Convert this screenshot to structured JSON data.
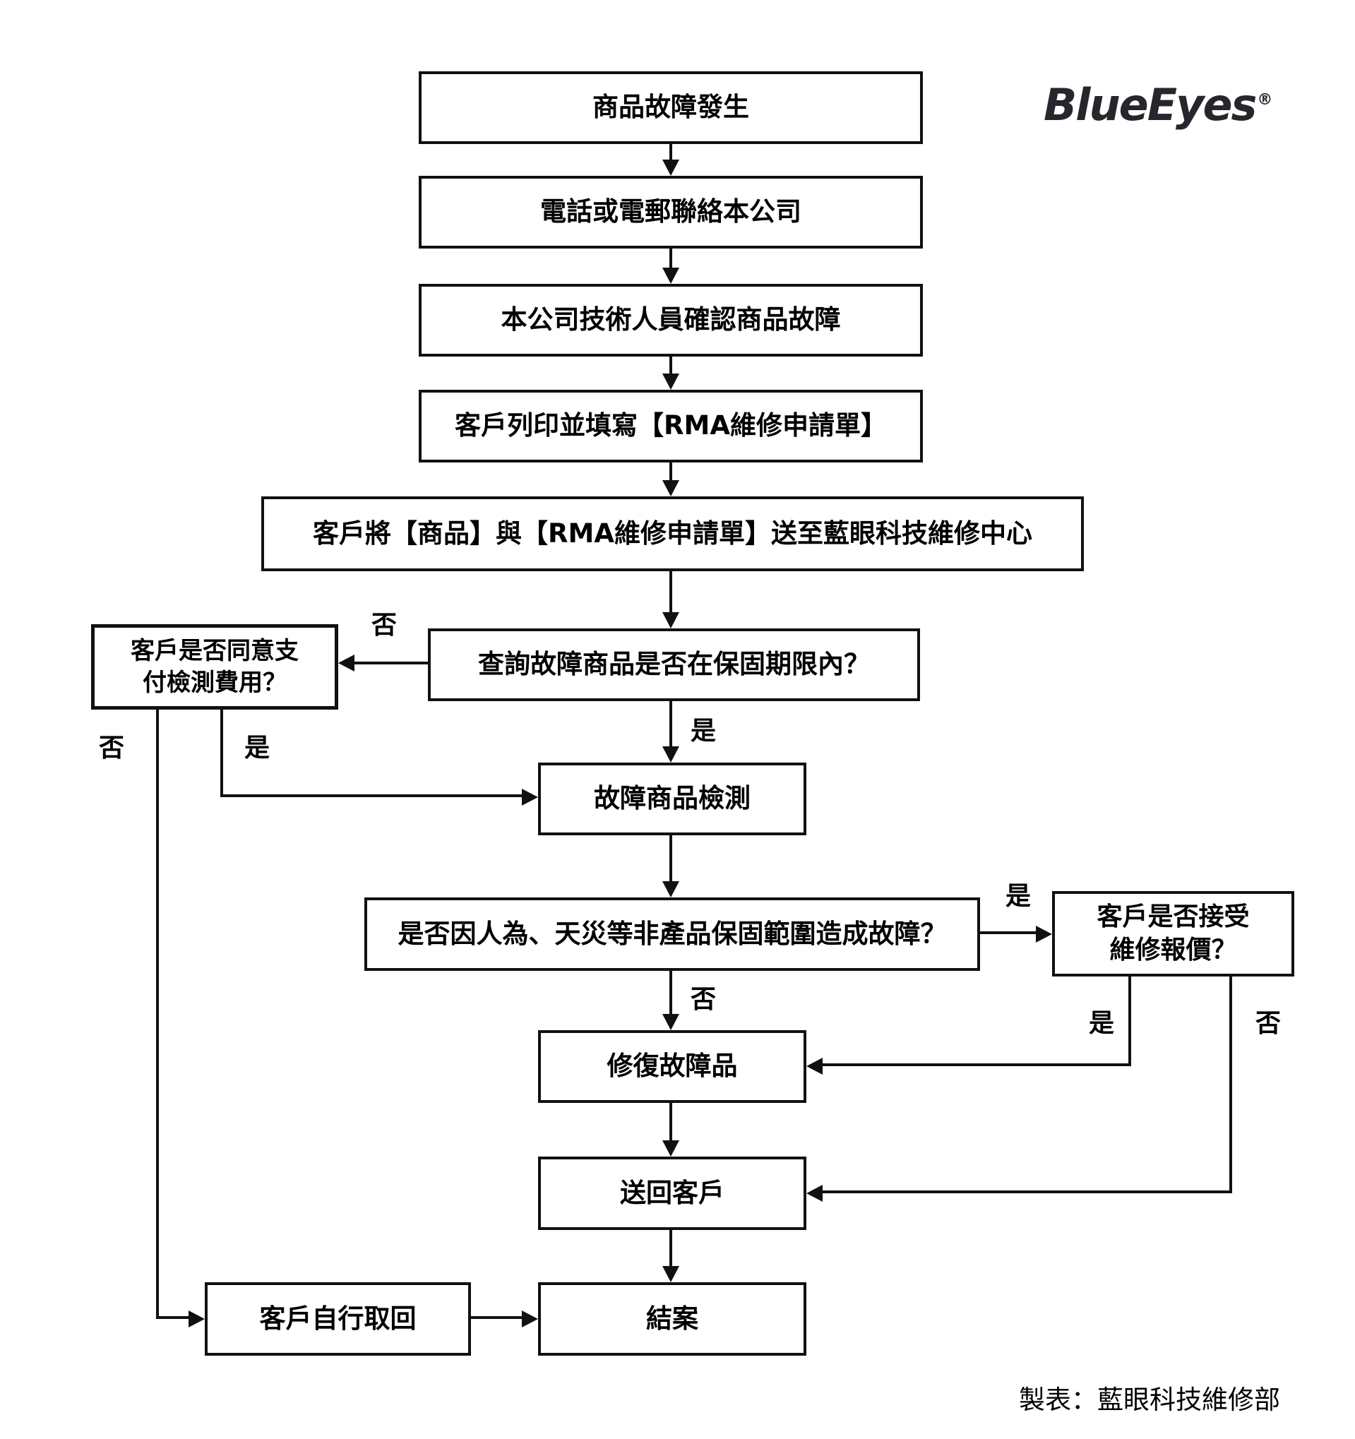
{
  "page": {
    "title": "RMA repair flow",
    "background": "#ffffff"
  },
  "logo": {
    "text": "BlueEyes",
    "registered": "®",
    "color": "#26262c"
  },
  "footer": {
    "text": "製表：藍眼科技維修部"
  },
  "colors": {
    "line": "#111111",
    "text": "#000000",
    "box_background": "#ffffff"
  },
  "flowchart": {
    "nodes": [
      {
        "id": "start",
        "label": "商品故障發生"
      },
      {
        "id": "contact",
        "label": "電話或電郵聯絡本公司"
      },
      {
        "id": "confirm",
        "label": "本公司技術人員確認商品故障"
      },
      {
        "id": "print-rma",
        "label": "客戶列印並填寫【RMA維修申請單】"
      },
      {
        "id": "send-in",
        "label": "客戶將【商品】與【RMA維修申請單】送至藍眼科技維修中心"
      },
      {
        "id": "warranty-check",
        "label": "查詢故障商品是否在保固期限內？"
      },
      {
        "id": "pay-fee",
        "label": "客戶是否同意支\n付檢測費用？"
      },
      {
        "id": "inspect",
        "label": "故障商品檢測"
      },
      {
        "id": "cause-check",
        "label": "是否因人為、天災等非產品保固範圍造成故障？"
      },
      {
        "id": "quote-accept",
        "label": "客戶是否接受\n維修報價？"
      },
      {
        "id": "repair",
        "label": "修復故障品"
      },
      {
        "id": "return",
        "label": "送回客戶"
      },
      {
        "id": "self-pickup",
        "label": "客戶自行取回"
      },
      {
        "id": "close",
        "label": "結案"
      }
    ],
    "edges": [
      {
        "from": "start",
        "to": "contact",
        "label": ""
      },
      {
        "from": "contact",
        "to": "confirm",
        "label": ""
      },
      {
        "from": "confirm",
        "to": "print-rma",
        "label": ""
      },
      {
        "from": "print-rma",
        "to": "send-in",
        "label": ""
      },
      {
        "from": "send-in",
        "to": "warranty-check",
        "label": ""
      },
      {
        "from": "warranty-check",
        "to": "pay-fee",
        "label": "否"
      },
      {
        "from": "warranty-check",
        "to": "inspect",
        "label": "是"
      },
      {
        "from": "pay-fee",
        "to": "self-pickup",
        "label": "否"
      },
      {
        "from": "pay-fee",
        "to": "inspect",
        "label": "是"
      },
      {
        "from": "inspect",
        "to": "cause-check",
        "label": ""
      },
      {
        "from": "cause-check",
        "to": "repair",
        "label": "否"
      },
      {
        "from": "cause-check",
        "to": "quote-accept",
        "label": "是"
      },
      {
        "from": "quote-accept",
        "to": "repair",
        "label": "是"
      },
      {
        "from": "quote-accept",
        "to": "return",
        "label": "否"
      },
      {
        "from": "repair",
        "to": "return",
        "label": ""
      },
      {
        "from": "return",
        "to": "close",
        "label": ""
      },
      {
        "from": "self-pickup",
        "to": "close",
        "label": ""
      }
    ]
  }
}
